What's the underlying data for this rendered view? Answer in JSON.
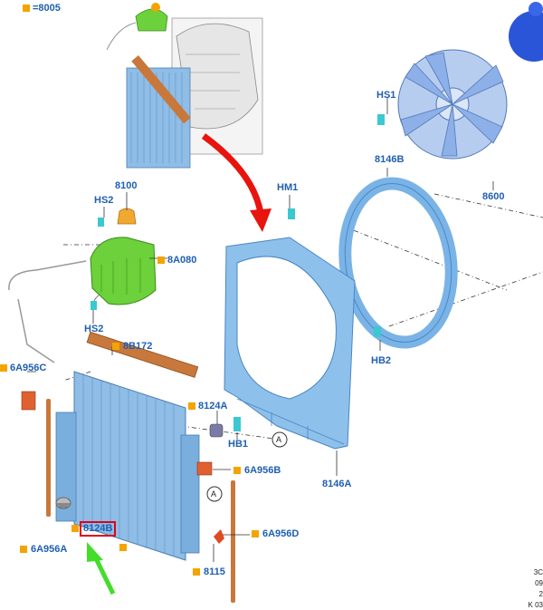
{
  "labels": {
    "top_ref": "=8005",
    "fan_bolt": "HS1",
    "fan": "8600",
    "shroud_ring": "8146B",
    "cap": "8100",
    "hose_clamp_top": "HS2",
    "reservoir": "8A080",
    "hose_clamp_bottom": "HS2",
    "nut_top": "HM1",
    "seal": "8B172",
    "bracket_left": "6A956C",
    "mount_upper": "8124A",
    "bolt_right": "HB1",
    "pad_right": "6A956B",
    "ring_bolt": "HB2",
    "shroud": "8146A",
    "circle_a": "A",
    "mount_lower": "8124B",
    "seal_left": "6A956A",
    "seal_right": "6A956D",
    "drain": "8115"
  },
  "corner_ref": [
    "3C",
    "09",
    "2",
    "K 03"
  ],
  "colors": {
    "label": "#1f5fb0",
    "marker": "#f4a300",
    "highlight": "#e0001b",
    "radiator": "#8fbde6",
    "reservoir": "#6cd13a",
    "seal": "#c8783a",
    "arrow_red": "#e8140e",
    "arrow_green": "#44dd2a"
  }
}
